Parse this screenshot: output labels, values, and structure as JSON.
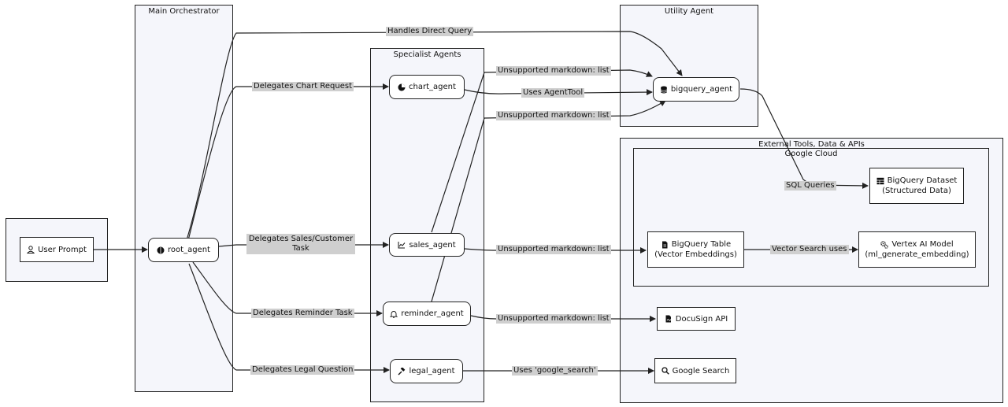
{
  "clusters": {
    "user": "",
    "orchestrator": "Main Orchestrator",
    "specialists": "Specialist Agents",
    "utility": "Utility Agent",
    "external": "External Tools, Data & APIs",
    "google_cloud": "Google Cloud"
  },
  "nodes": {
    "user_prompt": "User Prompt",
    "root_agent": "root_agent",
    "chart_agent": "chart_agent",
    "sales_agent": "sales_agent",
    "reminder_agent": "reminder_agent",
    "legal_agent": "legal_agent",
    "bigquery_agent": "bigquery_agent",
    "bq_dataset_line1": "BigQuery Dataset",
    "bq_dataset_line2": "(Structured Data)",
    "bq_table_line1": "BigQuery Table",
    "bq_table_line2": "(Vector Embeddings)",
    "vertex_line1": "Vertex AI Model",
    "vertex_line2": "(ml_generate_embedding)",
    "docusign": "DocuSign API",
    "google_search": "Google Search"
  },
  "edge_labels": {
    "direct_query": "Handles Direct Query",
    "chart_request": "Delegates Chart Request",
    "sales_task": "Delegates Sales/Customer Task",
    "reminder_task": "Delegates Reminder Task",
    "legal_question": "Delegates Legal Question",
    "md_list_1": "Unsupported markdown: list",
    "agent_tool": "Uses AgentTool",
    "md_list_2": "Unsupported markdown: list",
    "sql_queries": "SQL Queries",
    "md_list_3": "Unsupported markdown: list",
    "vector_search": "Vector Search uses",
    "md_list_4": "Unsupported markdown: list",
    "google_search_uses": "Uses 'google_search'"
  },
  "icons": {
    "user_prompt": "user-icon",
    "root_agent": "brain-icon",
    "chart_agent": "pie-chart-icon",
    "sales_agent": "line-chart-icon",
    "reminder_agent": "bell-icon",
    "legal_agent": "gavel-icon",
    "bigquery_agent": "database-icon",
    "bq_dataset": "table-icon",
    "bq_table": "file-icon",
    "vertex": "gears-icon",
    "docusign": "signature-icon",
    "google_search": "search-icon"
  },
  "colors": {
    "cluster_fill": "#f5f6fb",
    "edge_label_fill": "#cfcfcf",
    "stroke": "#222222"
  }
}
